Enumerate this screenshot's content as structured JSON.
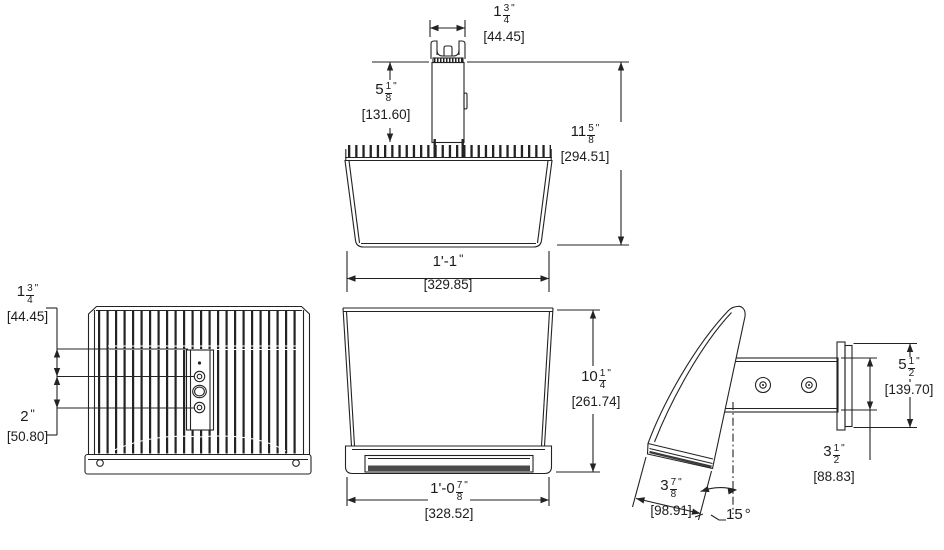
{
  "drawing": {
    "dimensions": {
      "mount_width": {
        "prefix": "1",
        "num": "3",
        "den": "4",
        "unit": "\"",
        "mm": "[44.45]"
      },
      "arm_length": {
        "prefix": "5",
        "num": "1",
        "den": "8",
        "unit": "\"",
        "mm": "[131.60]"
      },
      "overall_depth": {
        "prefix": "11",
        "num": "5",
        "den": "8",
        "unit": "\"",
        "mm": "[294.51]"
      },
      "overall_width": {
        "prefix": "1'-1",
        "num": "",
        "den": "",
        "unit": "\"",
        "mm": "[329.85]"
      },
      "rear_offset_top": {
        "prefix": "1",
        "num": "3",
        "den": "4",
        "unit": "\"",
        "mm": "[44.45]"
      },
      "rear_offset_bottom": {
        "prefix": "2",
        "num": "",
        "den": "",
        "unit": "\"",
        "mm": "[50.80]"
      },
      "front_height": {
        "prefix": "10",
        "num": "1",
        "den": "4",
        "unit": "\"",
        "mm": "[261.74]"
      },
      "front_width": {
        "prefix": "1'-0",
        "num": "7",
        "den": "8",
        "unit": "\"",
        "mm": "[328.52]"
      },
      "wall_plate_height": {
        "prefix": "5",
        "num": "1",
        "den": "2",
        "unit": "\"",
        "mm": "[139.70]"
      },
      "arm_height": {
        "prefix": "3",
        "num": "1",
        "den": "2",
        "unit": "\"",
        "mm": "[88.83]"
      },
      "lens_length": {
        "prefix": "3",
        "num": "7",
        "den": "8",
        "unit": "\"",
        "mm": "[98.91]"
      },
      "tilt_angle": {
        "prefix": "15",
        "num": "",
        "den": "",
        "unit": "°",
        "mm": ""
      }
    }
  }
}
